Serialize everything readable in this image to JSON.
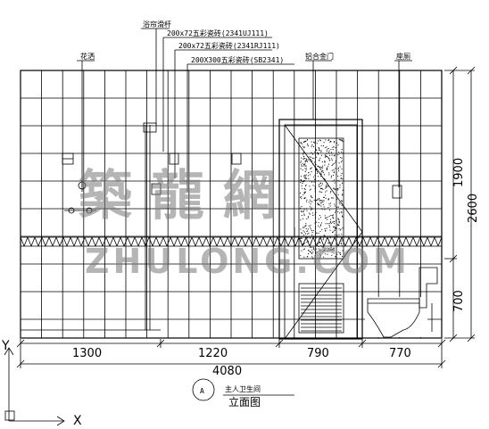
{
  "callouts": {
    "left_fixture": "花洒",
    "rail": "浴帘滑杆",
    "tile1": "200x72五彩瓷砖(2341UJ111)",
    "tile2": "200x72五彩瓷砖(2341RJ111)",
    "tile3": "200X300五彩瓷砖(SB2341)",
    "door": "铝合金门",
    "right_fixture": "座厕"
  },
  "dimensions": {
    "bottom": [
      "1300",
      "1220",
      "790",
      "770"
    ],
    "total": "4080",
    "right": [
      "1900",
      "2600",
      "700"
    ]
  },
  "watermark": {
    "cn": "築 龍 網",
    "en": "ZHULONG.COM"
  },
  "title": {
    "marker": "A",
    "small": "主人卫生间",
    "main": "立面图"
  },
  "axes": {
    "x": "X",
    "y": "Y"
  },
  "colors": {
    "line": "#000000",
    "watermark": "#7a7a7a"
  }
}
